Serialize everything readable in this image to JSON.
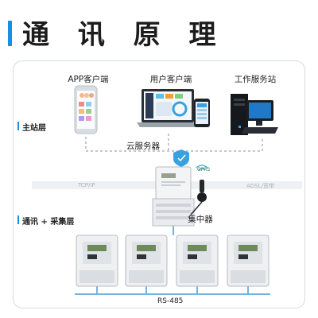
{
  "title": "通 讯 原 理",
  "nodes": {
    "app_client": "APP客户端",
    "user_client": "用户客户端",
    "work_station": "工作服务站",
    "cloud": "云服务器",
    "concentrator": "集中器"
  },
  "layers": {
    "master": "主站层",
    "comm": "通讯 + 采集层"
  },
  "network": {
    "tcp": "TCP/IP",
    "adsl": "ADSL/宽带",
    "gprs": "GPRS",
    "rs485": "RS-485"
  },
  "colors": {
    "accent": "#1a8fe0",
    "meter_body": "#f2f4f6",
    "meter_screen": "#6f8a5a"
  }
}
